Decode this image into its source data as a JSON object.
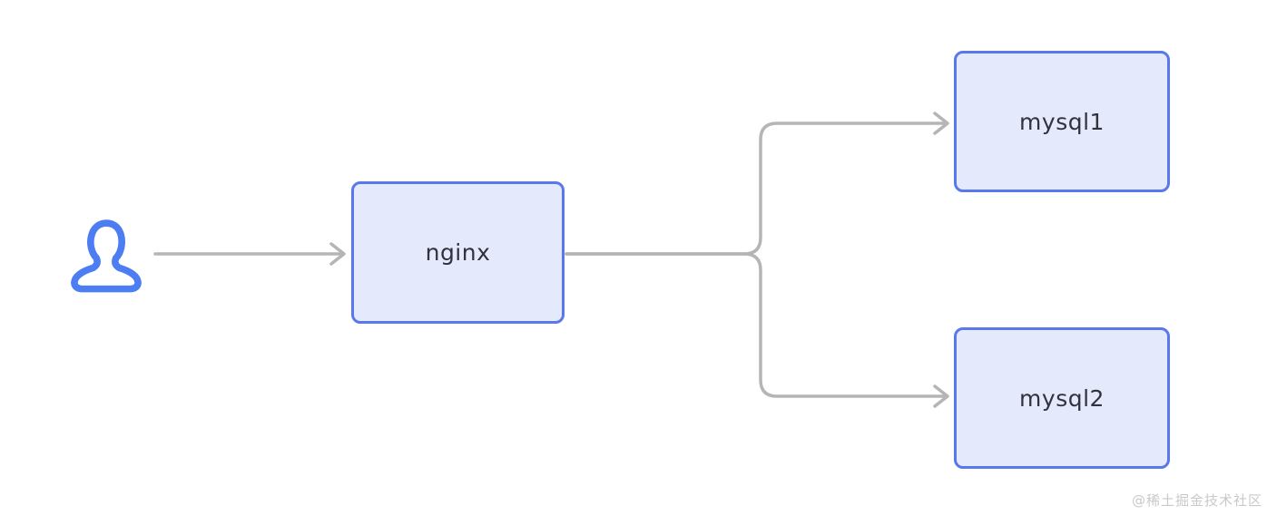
{
  "diagram": {
    "nodes": [
      {
        "id": "user",
        "type": "icon",
        "icon": "user-icon"
      },
      {
        "id": "nginx",
        "type": "box",
        "label": "nginx"
      },
      {
        "id": "mysql1",
        "type": "box",
        "label": "mysql1"
      },
      {
        "id": "mysql2",
        "type": "box",
        "label": "mysql2"
      }
    ],
    "edges": [
      {
        "from": "user",
        "to": "nginx",
        "arrow": "open-chevron"
      },
      {
        "from": "nginx",
        "to": "mysql1",
        "arrow": "open-chevron"
      },
      {
        "from": "nginx",
        "to": "mysql2",
        "arrow": "open-chevron"
      }
    ],
    "colors": {
      "node_fill": "#e4e9fb",
      "node_border": "#5878ec",
      "connector": "#b5b5b5",
      "user_icon": "#4d7df2",
      "label_text": "#2e333c",
      "watermark": "#c9c9c9",
      "background": "#ffffff"
    }
  },
  "watermark": "@稀土掘金技术社区"
}
